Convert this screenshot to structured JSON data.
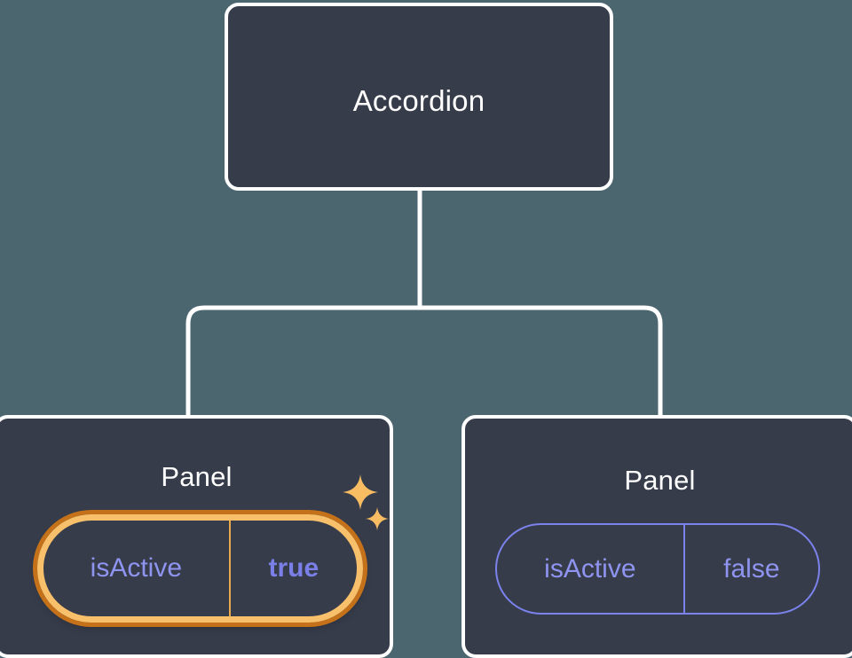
{
  "diagram": {
    "type": "component-tree",
    "background_color": "#4c6670",
    "node_fill_color": "#363c4a",
    "node_border_color": "#ffffff",
    "connector_color": "#ffffff",
    "root": {
      "label": "Accordion"
    },
    "children": [
      {
        "label": "Panel",
        "highlighted": true,
        "prop": {
          "key": "isActive",
          "value": "true"
        },
        "highlight_colors": {
          "inner_ring": "#f8c06a",
          "outer_ring": "#c4711a",
          "sparkle": "#f8bc62"
        },
        "value_text_color": "#7b7fe8",
        "key_text_color": "#8f94f0",
        "sparkles": [
          "sparkle-large-icon",
          "sparkle-small-icon"
        ]
      },
      {
        "label": "Panel",
        "highlighted": false,
        "prop": {
          "key": "isActive",
          "value": "false"
        },
        "pill_border_color": "#7b82ec",
        "key_text_color": "#8f94f0",
        "value_text_color": "#8f94f0"
      }
    ]
  }
}
